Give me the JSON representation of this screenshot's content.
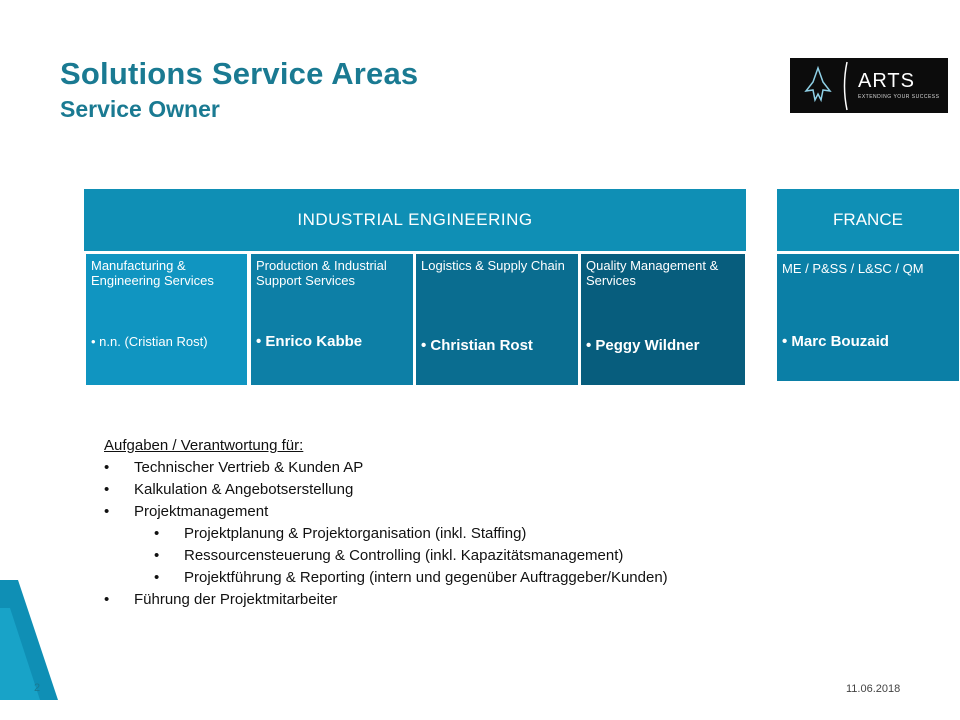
{
  "slide": {
    "title": "Solutions Service Areas",
    "subtitle": "Service Owner"
  },
  "logo": {
    "name": "ARTS",
    "tagline": "EXTENDING YOUR SUCCESS",
    "icon": "rocket-icon"
  },
  "industrial": {
    "header": "INDUSTRIAL  ENGINEERING",
    "areas": [
      {
        "label": "Manufacturing  & Engineering Services",
        "owner": "• n.n.  (Cristian Rost)"
      },
      {
        "label": "Production & Industrial  Support Services",
        "owner": "• Enrico Kabbe"
      },
      {
        "label": "Logistics & Supply Chain",
        "owner": "• Christian Rost"
      },
      {
        "label": "Quality Management & Services",
        "owner": "• Peggy Wildner"
      }
    ]
  },
  "france": {
    "header": "FRANCE",
    "area": {
      "label": "ME / P&SS / L&SC / QM",
      "owner": "• Marc Bouzaid"
    }
  },
  "tasks": {
    "heading": "Aufgaben / Verantwortung für:",
    "bullet": "•",
    "items": [
      "Technischer Vertrieb & Kunden AP",
      "Kalkulation & Angebotserstellung",
      "Projektmanagement",
      "Führung der Projektmitarbeiter"
    ],
    "subitems": [
      "Projektplanung & Projektorganisation (inkl. Staffing)",
      "Ressourcensteuerung & Controlling (inkl. Kapazitätsmanagement)",
      "Projektführung & Reporting (intern und gegenüber Auftraggeber/Kunden)"
    ]
  },
  "footer": {
    "page": "2",
    "date": "11.06.2018"
  },
  "colors": {
    "title": "#1a7a92",
    "header": "#0f8fb5",
    "box1": "#1095c1",
    "box2": "#0d7fa6",
    "box3": "#0a6d90",
    "box4": "#075d7d"
  }
}
